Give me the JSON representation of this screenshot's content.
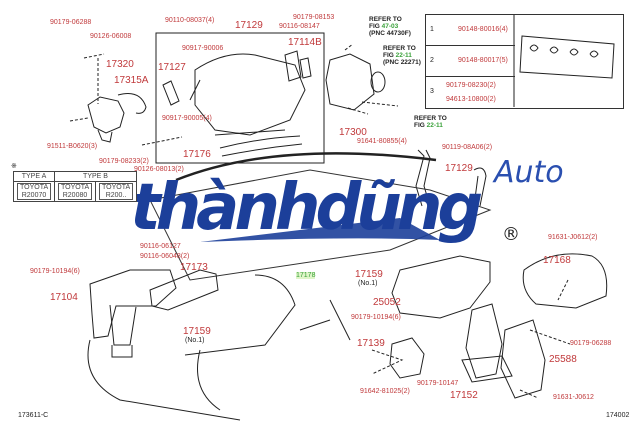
{
  "diagram": {
    "figure_codes": {
      "left": "173611-C",
      "right": "174002"
    },
    "labels": [
      "90179-06288",
      "90126-06008",
      "17320",
      "17315A",
      "91511-B0620(3)",
      "90179-08233(2)",
      "90110-08037(4)",
      "17129",
      "90917-90006",
      "17127",
      "90917-90005(4)",
      "17176",
      "90179-08153",
      "90116-08147",
      "17114B",
      "17300",
      "91641-80855(4)",
      "90119-08A06(2)",
      "17129",
      "90126-08013(2)",
      "90116-06127",
      "90116-06048(2)",
      "90179-10194(6)",
      "17104",
      "17173",
      "17159",
      "(No.1)",
      "17159",
      "(No.1)",
      "25052",
      "90179-10194(6)",
      "17139",
      "91642-81025(2)",
      "90179-10147",
      "17152",
      "25588",
      "90179-06288",
      "91631-J0612",
      "91631-J0612(2)",
      "17168"
    ],
    "highlight_label": "17178",
    "refers": [
      {
        "line1": "REFER TO",
        "fig_prefix": "FIG",
        "fig": "47-03",
        "pnc": "(PNC 44730F)"
      },
      {
        "line1": "REFER TO",
        "fig_prefix": "FIG",
        "fig": "22-11",
        "pnc": "(PNC 22271)"
      },
      {
        "line1": "REFER TO",
        "fig_prefix": "FIG",
        "fig": "22-11"
      }
    ],
    "bolt_table": [
      {
        "key": "1",
        "parts": [
          "90148-80016(4)"
        ]
      },
      {
        "key": "2",
        "parts": [
          "90148-80017(5)"
        ]
      },
      {
        "key": "3",
        "parts": [
          "90179-08230(2)",
          "94613-10800(2)"
        ]
      }
    ],
    "type_table": {
      "note_mark": "※",
      "headers": [
        "TYPE A",
        "TYPE B"
      ],
      "cells": [
        "TOYOTA R20070",
        "TOYOTA R20080",
        "TOYOTA R200.."
      ]
    }
  },
  "watermark": {
    "brand": "thànhdũng",
    "auto": "Auto",
    "registered": "®"
  },
  "colors": {
    "label": "#c0393b",
    "highlight": "#3aa13a",
    "watermark_blue": "#1c3f9a",
    "watermark_dark": "#222"
  }
}
